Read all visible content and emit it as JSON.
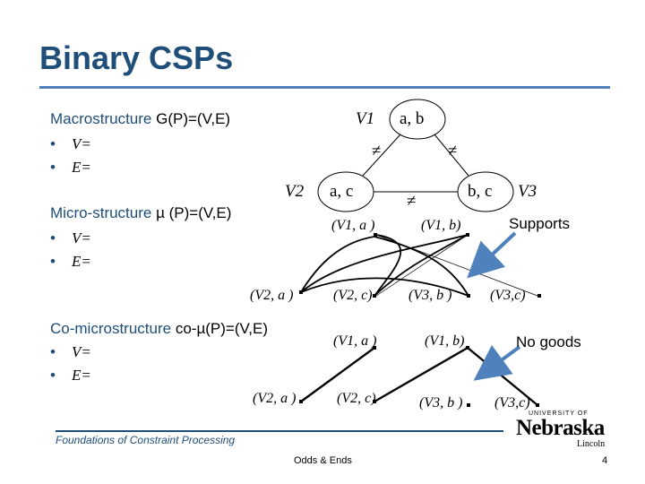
{
  "title": "Binary CSPs",
  "macro": {
    "heading": "Macrostructure",
    "formula": "G(P)=(V,E)",
    "bullets": [
      "V=",
      "E="
    ]
  },
  "micro": {
    "heading": "Micro-structure",
    "formula": "µ (P)=(V,E)",
    "bullets": [
      "V=",
      "E="
    ]
  },
  "comicro": {
    "heading": "Co-microstructure",
    "formula": "co-µ(P)=(V,E)",
    "bullets": [
      "V=",
      "E="
    ]
  },
  "graph": {
    "v1": "V1",
    "v2": "V2",
    "v3": "V3",
    "d1": "a, b",
    "d2": "a, c",
    "d3": "b, c",
    "neq": "≠"
  },
  "micro_nodes": {
    "v1a": "(V1, a )",
    "v1b": "(V1, b)",
    "v2a": "(V2, a )",
    "v2c": "(V2, c)",
    "v3b": "(V3, b )",
    "v3c": "(V3,c)"
  },
  "comicro_nodes": {
    "v1a": "(V1, a )",
    "v1b": "(V1, b)",
    "v2a": "(V2, a )",
    "v2c": "(V2, c)",
    "v3b": "(V3, b )",
    "v3c": "(V3,c)"
  },
  "supports_label": "Supports",
  "nogoods_label": "No goods",
  "footer": "Foundations of Constraint Processing",
  "odds": "Odds & Ends",
  "page_number": "4",
  "logo": {
    "top": "UNIVERSITY OF",
    "main": "Nebraska",
    "sub": "Lincoln"
  },
  "colors": {
    "title": "#1f4e79",
    "arrow": "#4f81bd",
    "rule": "#4f81bd"
  }
}
